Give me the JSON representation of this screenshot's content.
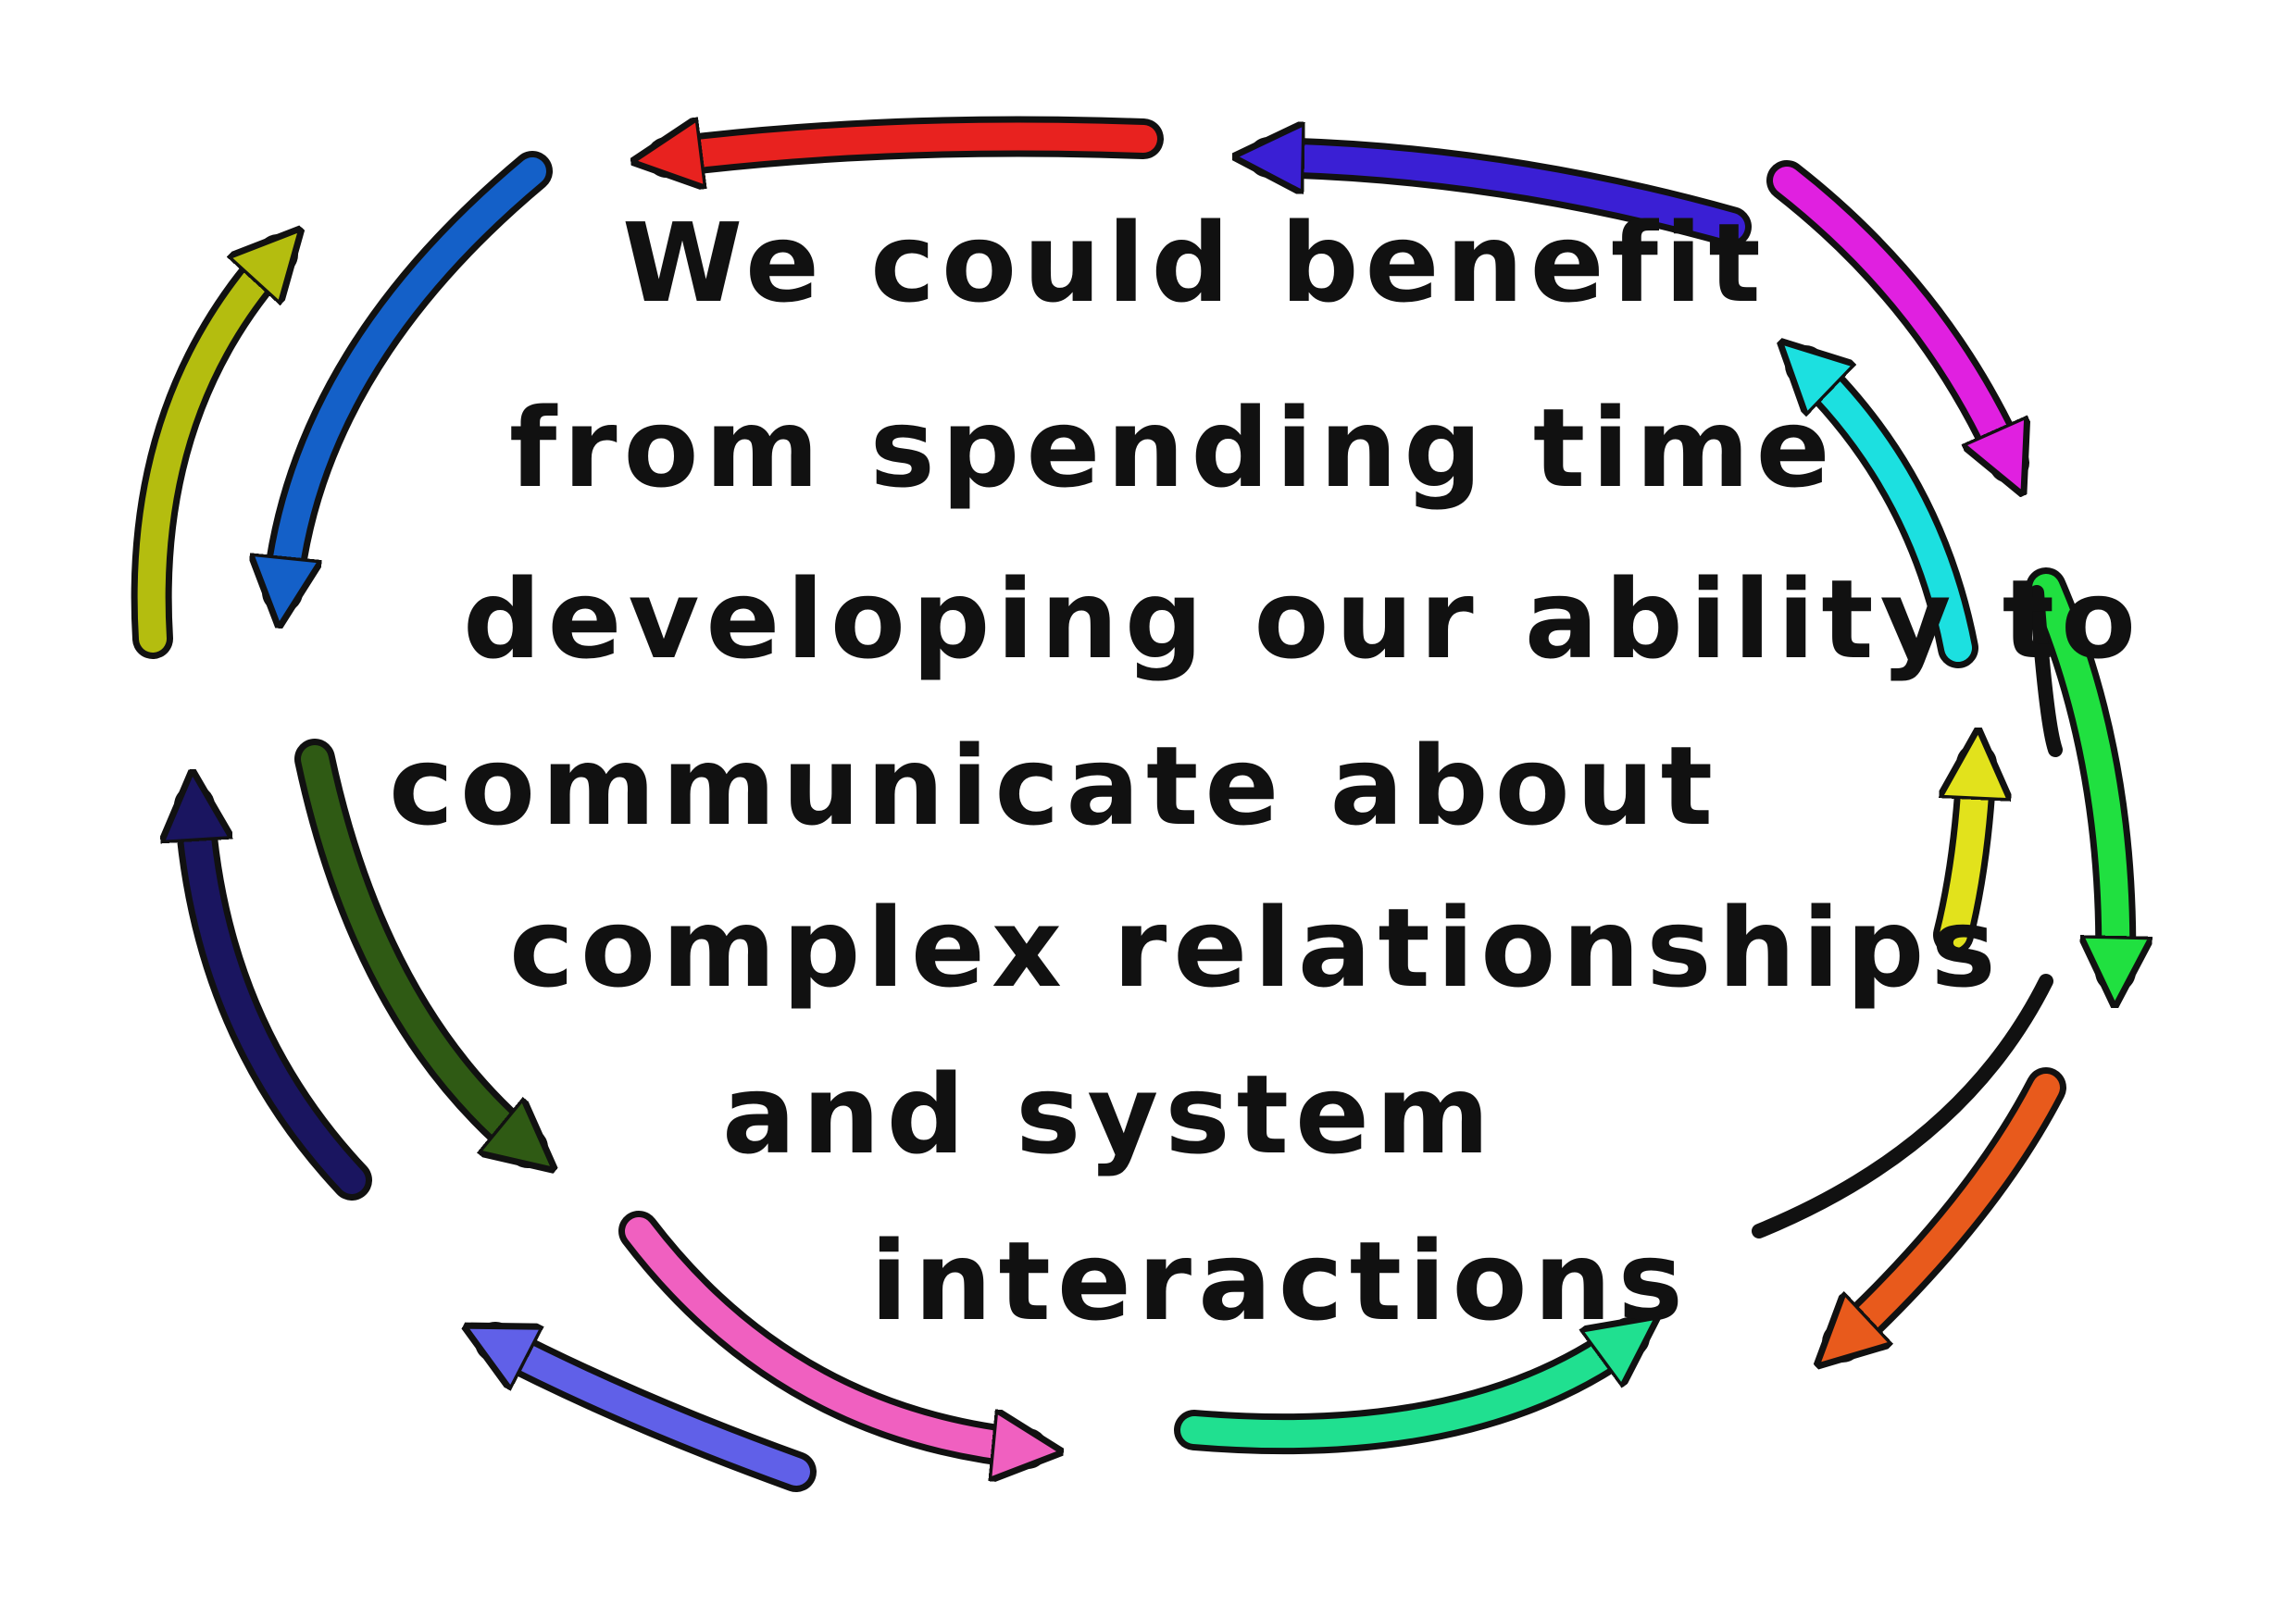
{
  "message": {
    "lines": [
      "We could benefit",
      "from spending time",
      "developing our ability to",
      "communicate about",
      "complex relationships",
      "and system",
      "interactions"
    ]
  },
  "arrows": [
    {
      "name": "red-arrow-icon",
      "color": "#e8221f"
    },
    {
      "name": "indigo-arrow-icon",
      "color": "#3a1fd4"
    },
    {
      "name": "yellow-green-arrow-icon",
      "color": "#b4bd0f"
    },
    {
      "name": "blue-arrow-icon",
      "color": "#1460c8"
    },
    {
      "name": "cyan-arrow-icon",
      "color": "#1ce0e0"
    },
    {
      "name": "magenta-arrow-icon",
      "color": "#e020e0"
    },
    {
      "name": "navy-arrow-icon",
      "color": "#1a1560"
    },
    {
      "name": "dark-green-arrow-icon",
      "color": "#2f5a14"
    },
    {
      "name": "yellow-arrow-icon",
      "color": "#e2e21c"
    },
    {
      "name": "green-arrow-icon",
      "color": "#20e040"
    },
    {
      "name": "periwinkle-arrow-icon",
      "color": "#6060e8"
    },
    {
      "name": "pink-arrow-icon",
      "color": "#f060c0"
    },
    {
      "name": "sea-green-arrow-icon",
      "color": "#20e090"
    },
    {
      "name": "orange-arrow-icon",
      "color": "#e85a1c"
    }
  ]
}
